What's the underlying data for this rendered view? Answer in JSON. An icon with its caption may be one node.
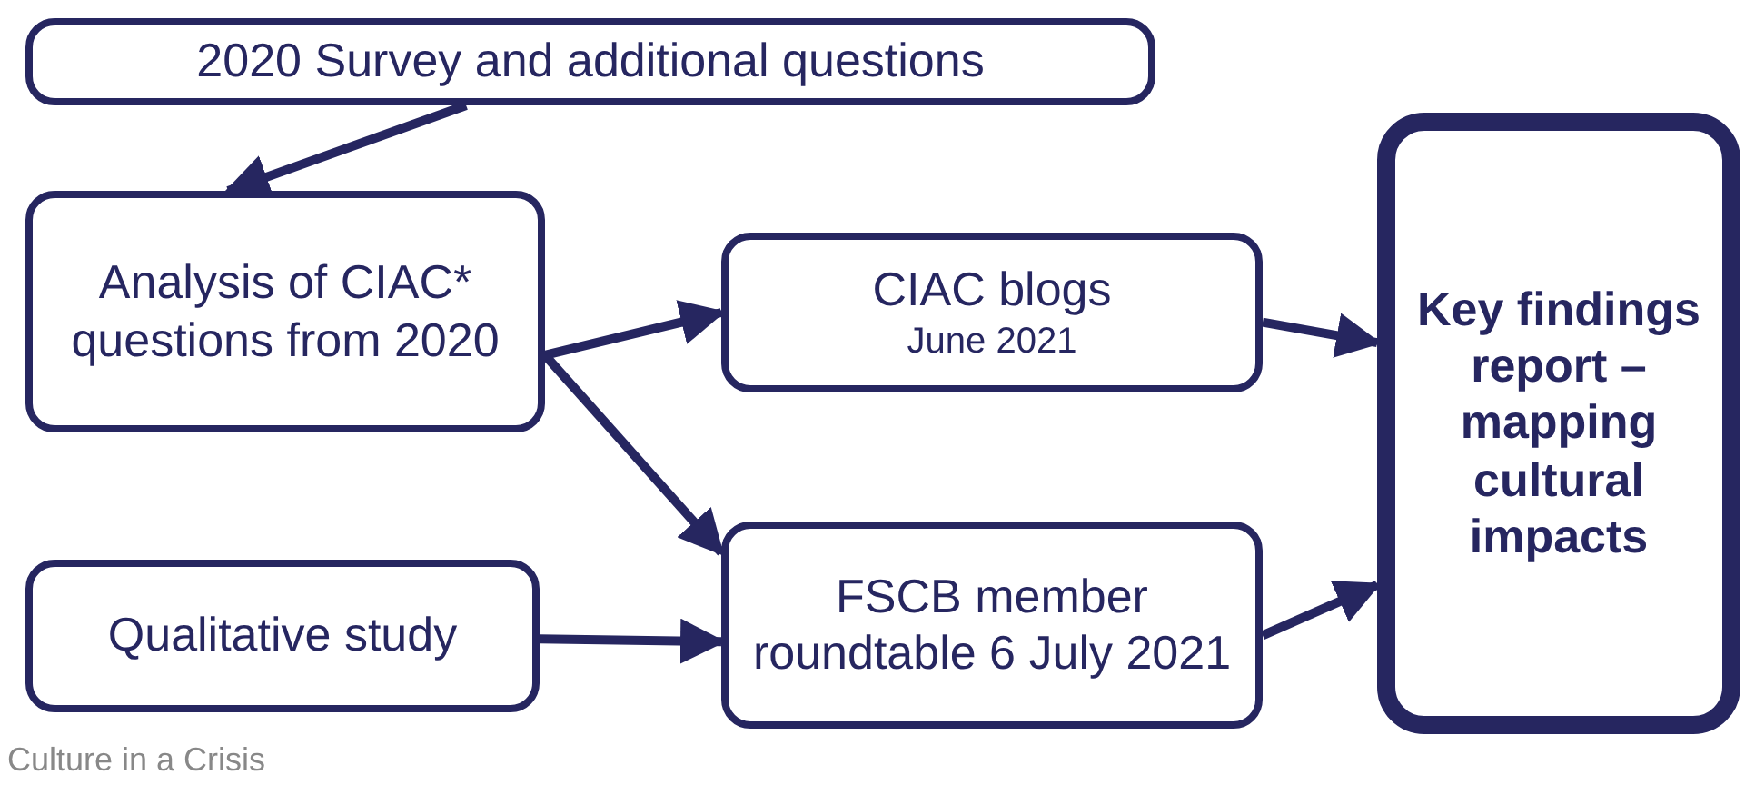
{
  "diagram": {
    "nodes": [
      {
        "text": [
          "2020 Survey and additional questions"
        ]
      },
      {
        "text": [
          "Analysis of CIAC* questions from 2020"
        ]
      },
      {
        "text": [
          "CIAC blogs",
          "June 2021"
        ]
      },
      {
        "text": [
          "Qualitative study"
        ]
      },
      {
        "text": [
          "FSCB member roundtable 6 July 2021"
        ]
      },
      {
        "text": [
          "Key findings report – mapping cultural impacts"
        ]
      }
    ],
    "edges": [
      {
        "from": 0,
        "to": 1,
        "arrow": "to"
      },
      {
        "from": 1,
        "to": 2,
        "arrow": "to"
      },
      {
        "from": 1,
        "to": 4,
        "arrow": "to"
      },
      {
        "from": 3,
        "to": 4,
        "arrow": "to"
      },
      {
        "from": 2,
        "to": 5,
        "arrow": "to"
      },
      {
        "from": 4,
        "to": 5,
        "arrow": "to"
      }
    ],
    "labels": [
      "Culture in a Crisis"
    ]
  }
}
